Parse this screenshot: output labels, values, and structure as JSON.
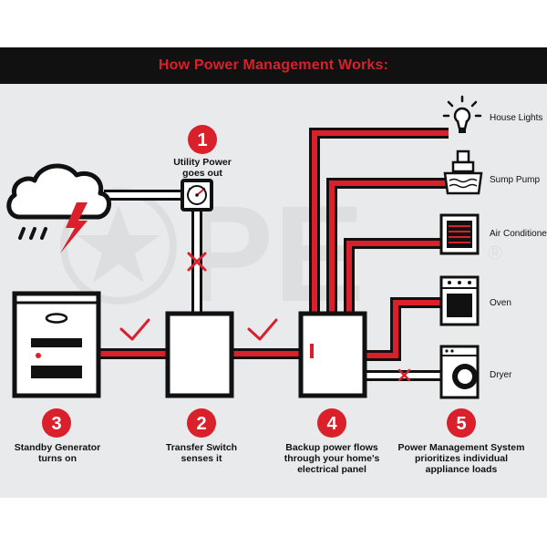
{
  "title": "How Power Management Works:",
  "colors": {
    "accent": "#d9202b",
    "dark": "#111111",
    "background": "#e8eaec"
  },
  "steps": [
    {
      "number": "1",
      "label": "Utility Power\ngoes out"
    },
    {
      "number": "2",
      "label": "Transfer Switch\nsenses it"
    },
    {
      "number": "3",
      "label": "Standby Generator\nturns on"
    },
    {
      "number": "4",
      "label": "Backup power flows\nthrough your home's\nelectrical panel"
    },
    {
      "number": "5",
      "label": "Power Management System\nprioritizes individual\nappliance loads"
    }
  ],
  "appliances": [
    {
      "label": "House Lights",
      "icon": "lightbulb-icon"
    },
    {
      "label": "Sump Pump",
      "icon": "sump-pump-icon"
    },
    {
      "label": "Air Conditioner",
      "icon": "air-conditioner-icon"
    },
    {
      "label": "Oven",
      "icon": "oven-icon"
    },
    {
      "label": "Dryer",
      "icon": "dryer-icon"
    }
  ],
  "watermark_text": "PE",
  "watermark_mark": "®"
}
